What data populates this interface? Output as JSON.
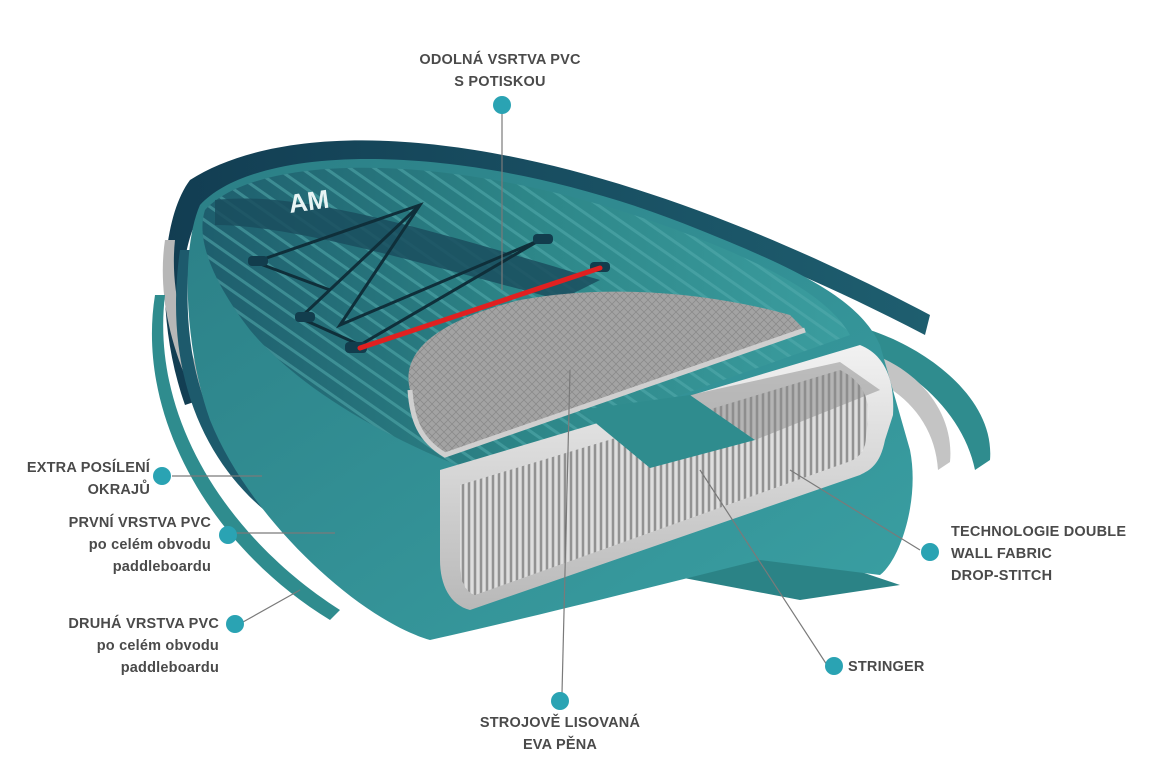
{
  "labels": {
    "top_layer": {
      "line1": "ODOLNÁ VSRTVA PVC",
      "line2": "S POTISKOU"
    },
    "edge_reinforcement": {
      "line1": "EXTRA POSÍLENÍ",
      "line2": "OKRAJŮ"
    },
    "first_layer": {
      "line1": "PRVNÍ VRSTVA PVC",
      "line2": "po celém obvodu",
      "line3": "paddleboardu"
    },
    "second_layer": {
      "line1": "DRUHÁ VRSTVA PVC",
      "line2": "po celém obvodu",
      "line3": "paddleboardu"
    },
    "drop_stitch": {
      "line1": "TECHNOLOGIE  DOUBLE",
      "line2": "WALL FABRIC",
      "line3": "DROP-STITCH"
    },
    "stringer": {
      "line1": "STRINGER"
    },
    "eva_foam": {
      "line1": "STROJOVĚ LISOVANÁ",
      "line2": "EVA PĚNA"
    }
  },
  "logo": "AM",
  "colors": {
    "teal_dark": "#1d5a6c",
    "teal": "#2f8c8e",
    "teal_light": "#3e9ea2",
    "navy": "#17455a",
    "dot": "#2aa3b3",
    "text": "#4a4a4a",
    "foam_gray": "#9a9a9a",
    "bungee_red": "#e02020"
  }
}
